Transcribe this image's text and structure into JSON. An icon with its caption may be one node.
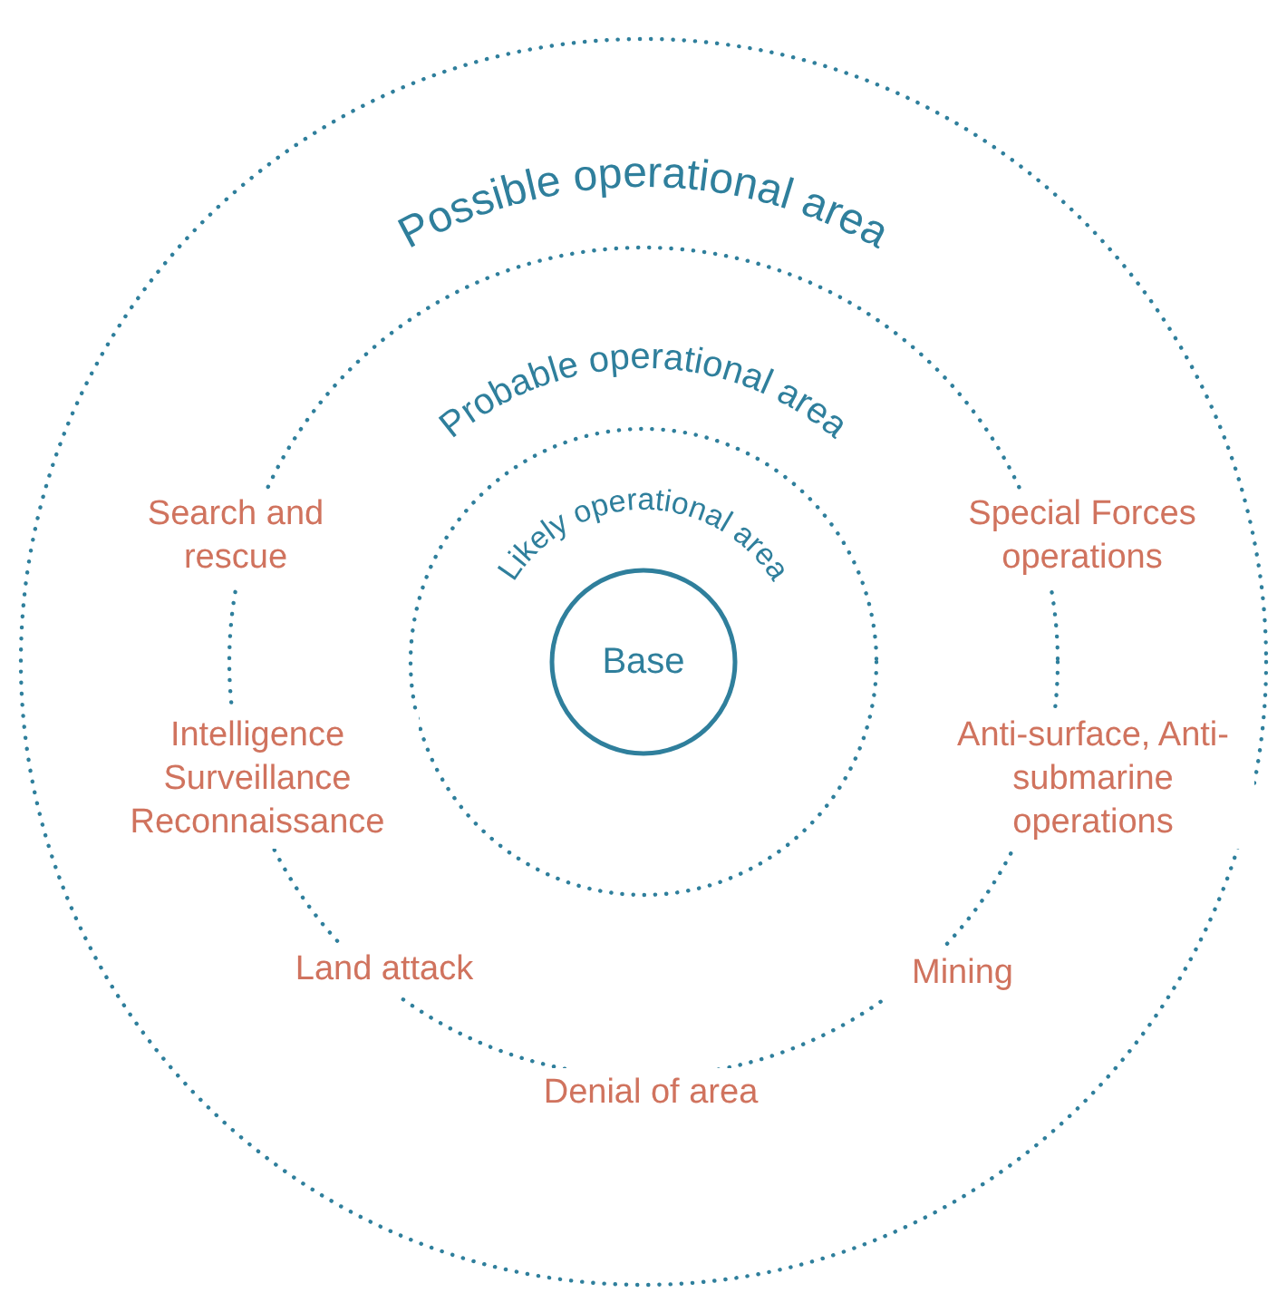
{
  "diagram": {
    "nodes": [
      {
        "text": [
          "Possible operational area"
        ]
      },
      {
        "text": [
          "Probable operational area"
        ],
        "in": 0
      },
      {
        "text": [
          "Likely operational area"
        ],
        "in": 1
      },
      {
        "text": [
          "Base"
        ],
        "in": 2
      }
    ],
    "labels": [
      "Search and rescue",
      "Special Forces operations",
      "Intelligence Surveillance Reconnaissance",
      "Anti-surface, Anti-submarine operations",
      "Land attack",
      "Mining",
      "Denial of area"
    ]
  }
}
